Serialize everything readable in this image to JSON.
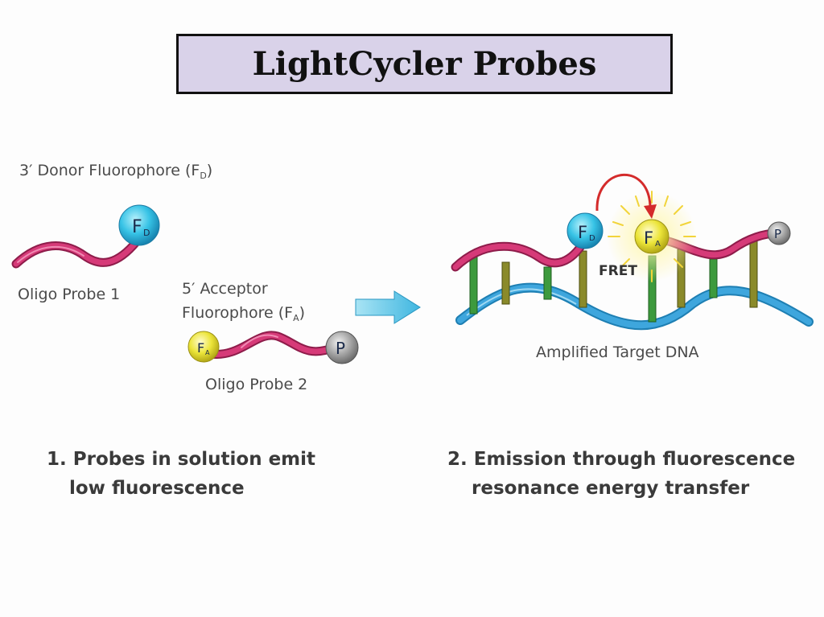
{
  "title": "LightCycler Probes",
  "labels": {
    "donor": "3′ Donor Fluorophore (F",
    "donor_sub": "D",
    "donor_close": ")",
    "probe1": "Oligo Probe 1",
    "acceptor_line1": "5′ Acceptor",
    "acceptor_line2": "Fluorophore (F",
    "acceptor_sub": "A",
    "acceptor_close": ")",
    "probe2": "Oligo Probe 2",
    "fret": "FRET",
    "target": "Amplified Target DNA"
  },
  "badges": {
    "fd_main": "F",
    "fd_sub": "D",
    "fa_main": "F",
    "fa_sub": "A",
    "p": "P"
  },
  "captions": {
    "step1_line1": "1. Probes in solution emit",
    "step1_line2": "low fluorescence",
    "step2_line1": "2. Emission through fluorescence",
    "step2_line2": "resonance energy transfer"
  },
  "colors": {
    "title_fill": "#d9d2e9",
    "probe_strand": "#d63a78",
    "dna_strand": "#3ea6dd",
    "donor": "#37c3e6",
    "acceptor": "#e9e43a",
    "quencher": "#a0a0a0",
    "arrow": "#5bc8e8",
    "fret_arrow": "#d42b2b",
    "rung_green": "#3d9a3d",
    "rung_olive": "#8a8a2a"
  }
}
